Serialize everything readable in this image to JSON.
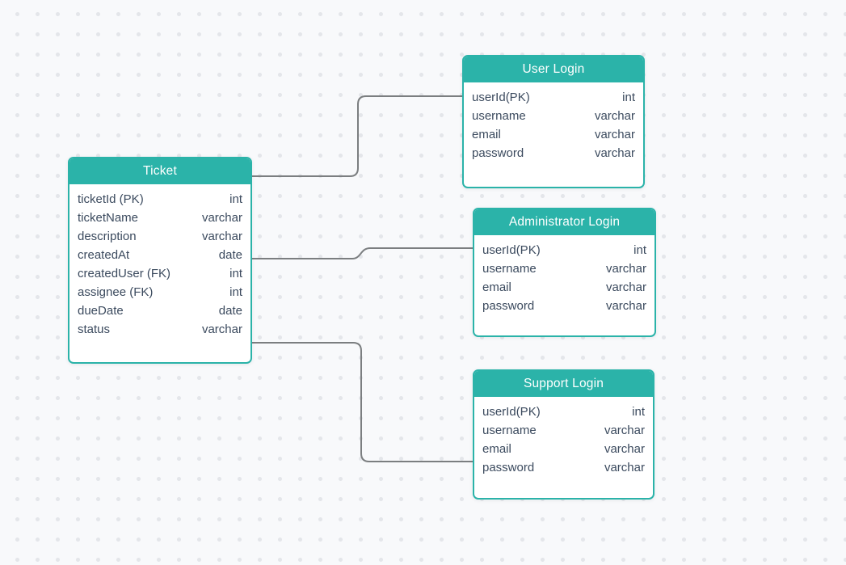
{
  "diagram": {
    "type": "entity-relationship",
    "theme": {
      "accent": "#2bb3a9",
      "header_text_color": "#ffffff",
      "field_text_color": "#3b4a5e",
      "connector_color": "#7b7e80",
      "canvas_background": "#f8f9fb",
      "dot_color": "#e4e6ea"
    },
    "tables": [
      {
        "id": "ticket",
        "title": "Ticket",
        "columns": [
          {
            "field": "ticketId (PK)",
            "type": "int"
          },
          {
            "field": "ticketName",
            "type": "varchar"
          },
          {
            "field": "description",
            "type": "varchar"
          },
          {
            "field": "createdAt",
            "type": "date"
          },
          {
            "field": "createdUser (FK)",
            "type": "int"
          },
          {
            "field": "assignee (FK)",
            "type": "int"
          },
          {
            "field": "dueDate",
            "type": "date"
          },
          {
            "field": "status",
            "type": "varchar"
          }
        ]
      },
      {
        "id": "user-login",
        "title": "User Login",
        "columns": [
          {
            "field": "userId(PK)",
            "type": "int"
          },
          {
            "field": "username",
            "type": "varchar"
          },
          {
            "field": "email",
            "type": "varchar"
          },
          {
            "field": "password",
            "type": "varchar"
          }
        ]
      },
      {
        "id": "administrator-login",
        "title": "Administrator Login",
        "columns": [
          {
            "field": "userId(PK)",
            "type": "int"
          },
          {
            "field": "username",
            "type": "varchar"
          },
          {
            "field": "email",
            "type": "varchar"
          },
          {
            "field": "password",
            "type": "varchar"
          }
        ]
      },
      {
        "id": "support-login",
        "title": "Support Login",
        "columns": [
          {
            "field": "userId(PK)",
            "type": "int"
          },
          {
            "field": "username",
            "type": "varchar"
          },
          {
            "field": "email",
            "type": "varchar"
          },
          {
            "field": "password",
            "type": "varchar"
          }
        ]
      }
    ],
    "connections": [
      {
        "from": "Ticket",
        "to": "User Login"
      },
      {
        "from": "Ticket",
        "to": "Administrator Login"
      },
      {
        "from": "Ticket",
        "to": "Support Login"
      }
    ]
  }
}
